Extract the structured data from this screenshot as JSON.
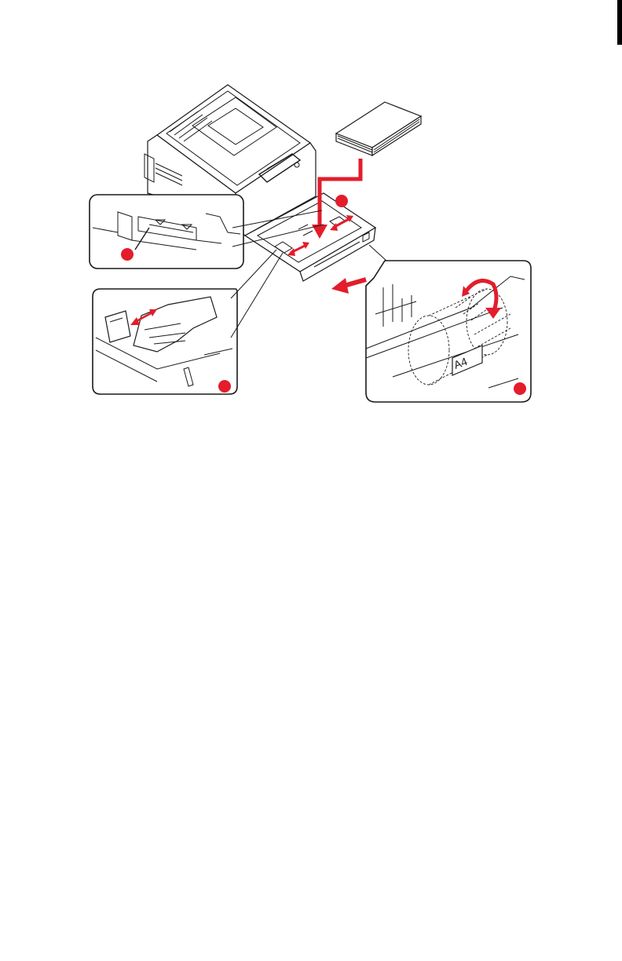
{
  "colors": {
    "accent": "#e31d2b",
    "line": "#1a1a1a",
    "background": "#ffffff",
    "page_rule": "#000000"
  },
  "callouts": [
    {
      "name": "callout-stack-paper",
      "color": "#e31d2b"
    },
    {
      "name": "callout-fill-mark",
      "color": "#e31d2b"
    },
    {
      "name": "callout-guides",
      "color": "#e31d2b"
    },
    {
      "name": "callout-size-dial",
      "color": "#e31d2b"
    }
  ],
  "figure": {
    "size_dial_label": "A4"
  }
}
